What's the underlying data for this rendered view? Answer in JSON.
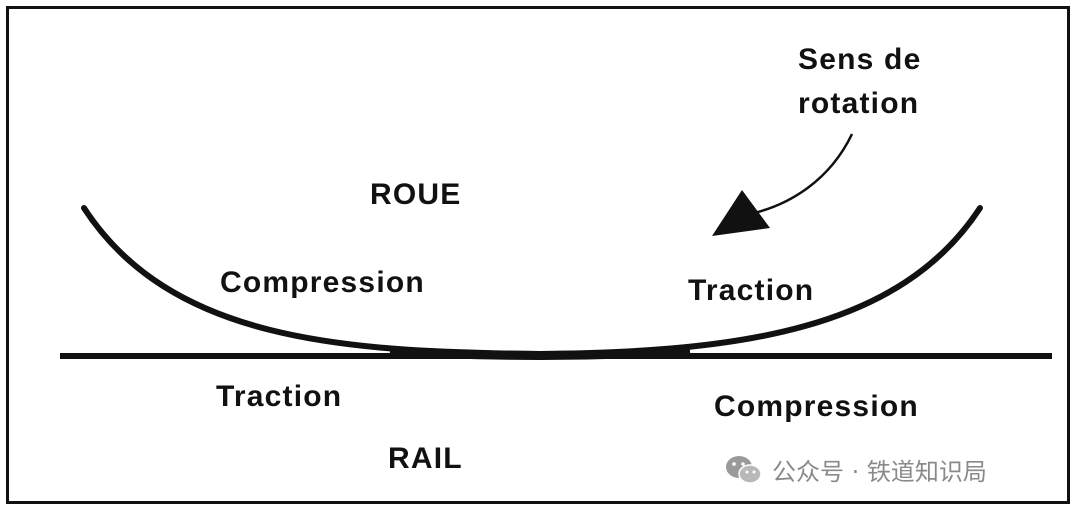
{
  "labels": {
    "roue": "ROUE",
    "rail": "RAIL",
    "wheel_left": "Compression",
    "wheel_right": "Traction",
    "rail_left": "Traction",
    "rail_right": "Compression"
  },
  "rotation": {
    "line1": "Sens de",
    "line2": "rotation"
  },
  "watermark": {
    "text": "公众号 · 铁道知识局",
    "icon": "wechat-icon"
  },
  "colors": {
    "ink": "#111111",
    "watermark": "#8a8a8a"
  }
}
